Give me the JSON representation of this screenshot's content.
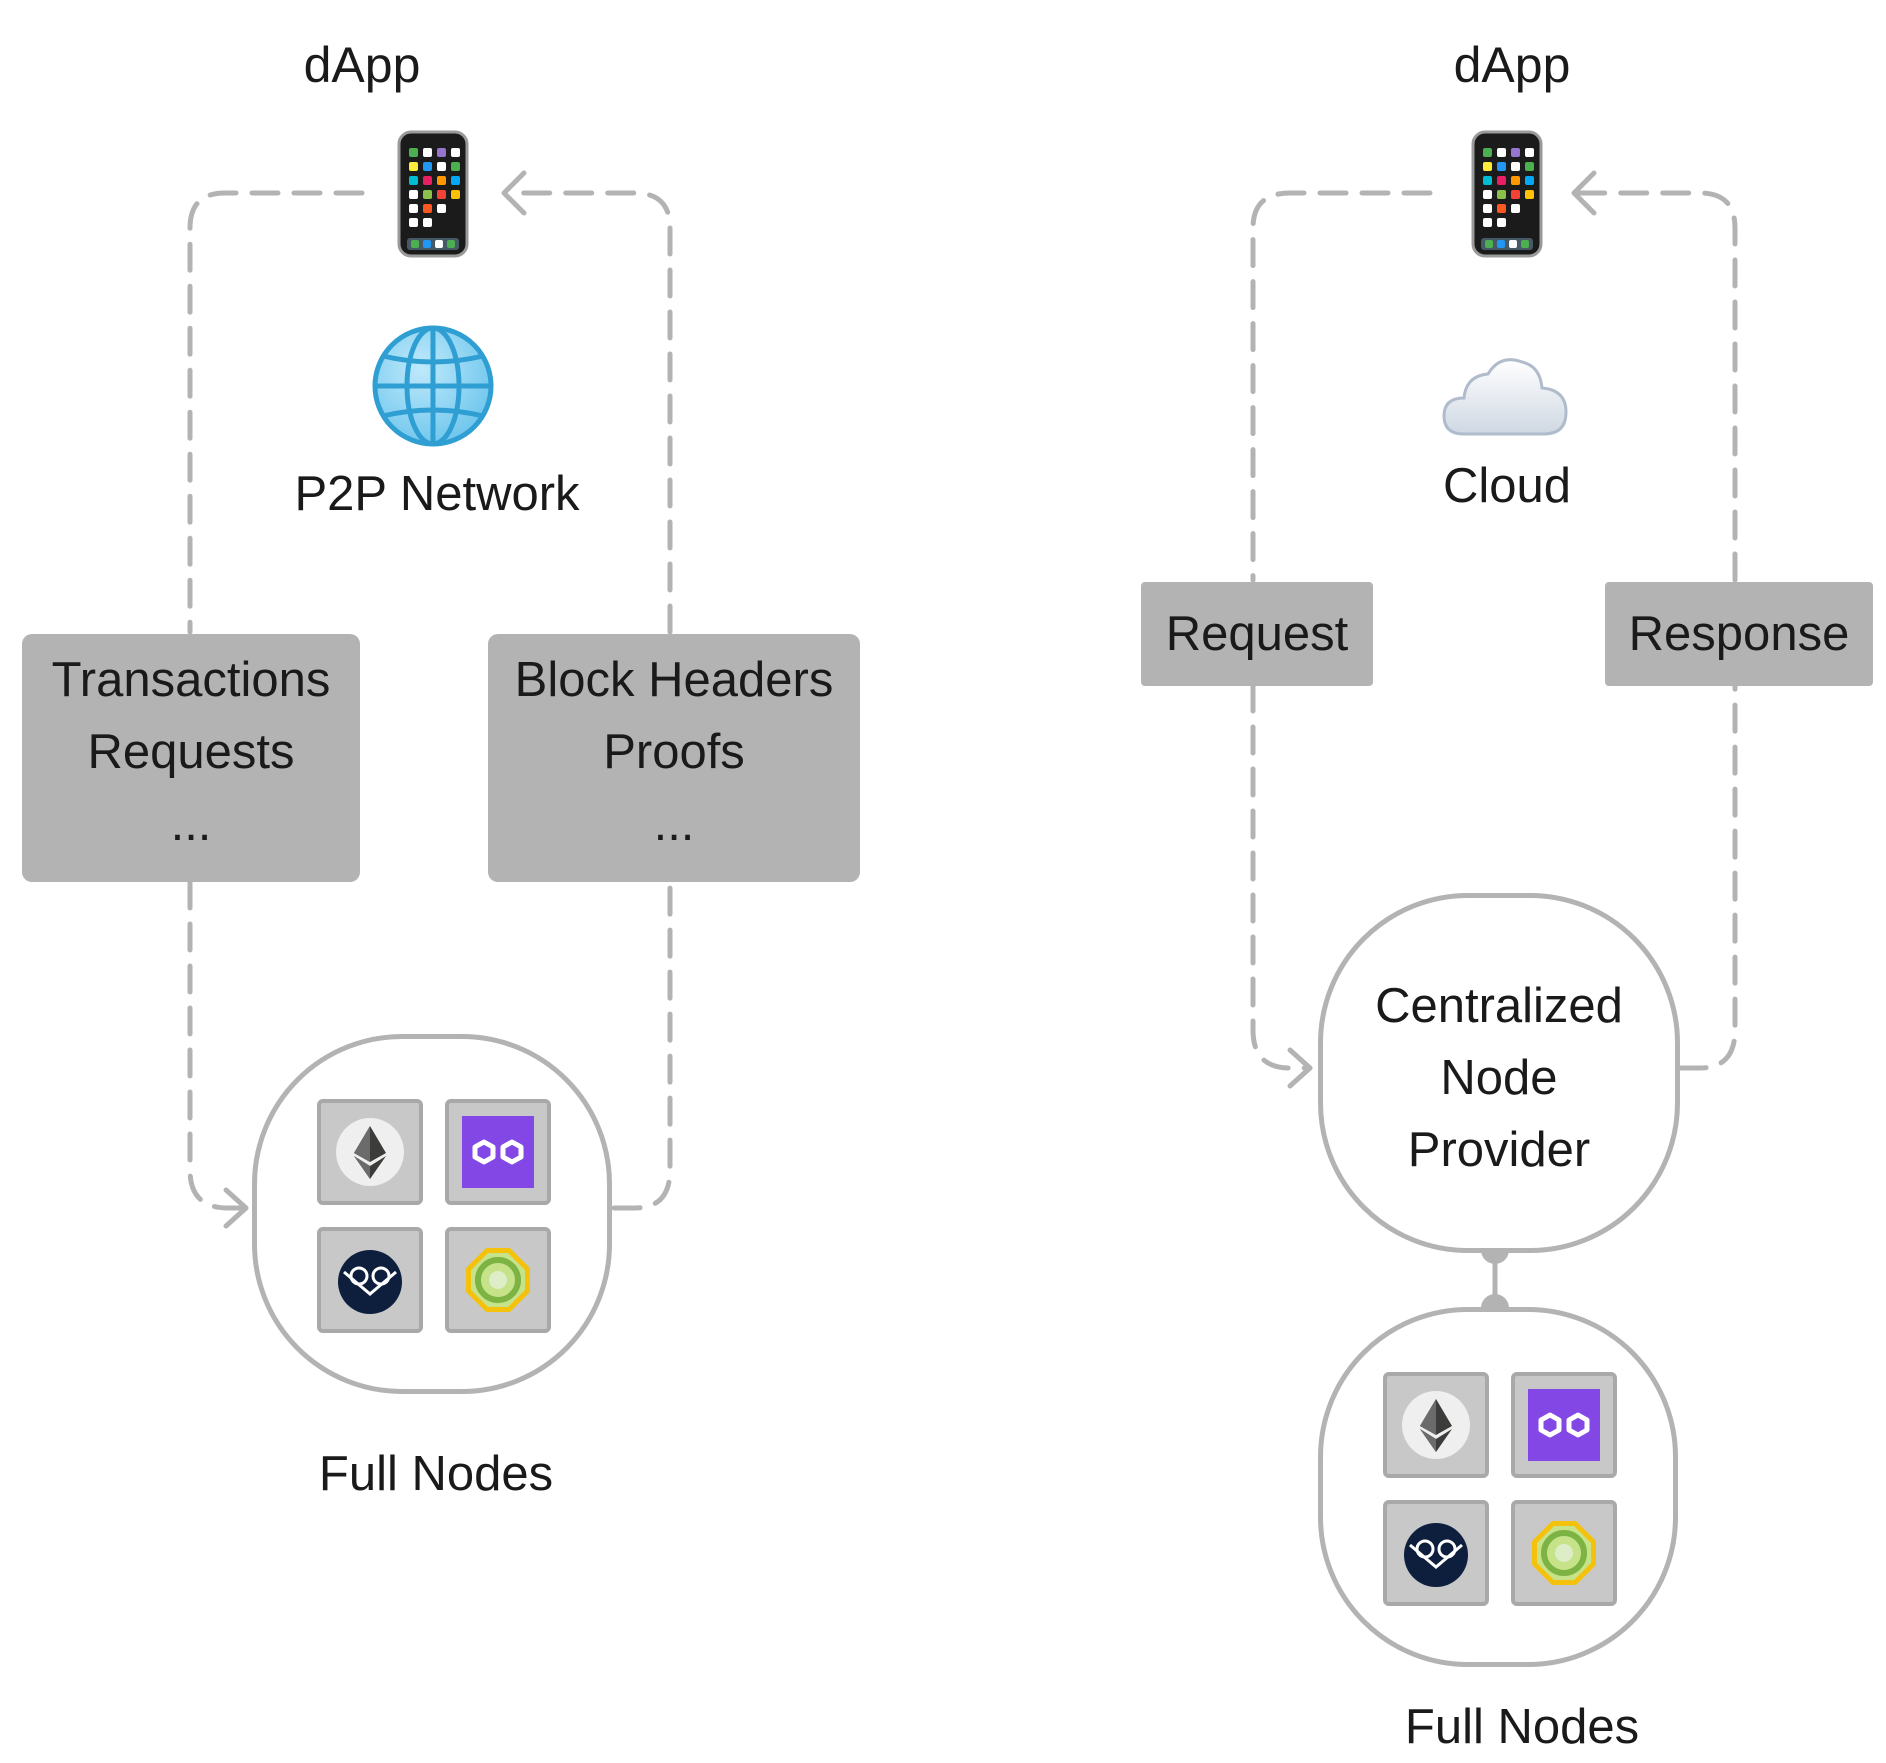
{
  "left_diagram": {
    "client_label": "dApp",
    "network_label": "P2P Network",
    "request_box_lines": [
      "Transactions",
      "Requests",
      "..."
    ],
    "response_box_lines": [
      "Block Headers",
      "Proofs",
      "..."
    ],
    "nodes_label": "Full Nodes"
  },
  "right_diagram": {
    "client_label": "dApp",
    "network_label": "Cloud",
    "request_tag": "Request",
    "response_tag": "Response",
    "provider_lines": [
      "Centralized",
      "Node",
      "Provider"
    ],
    "nodes_label": "Full Nodes"
  },
  "node_icons": [
    "ethereum-icon",
    "polygon-icon",
    "gnosis-icon",
    "celo-icon"
  ],
  "colors": {
    "box_fill": "#b3b3b3",
    "connector": "#b3b3b3",
    "tile_fill": "#c8c8c8",
    "polygon_purple": "#8247e5",
    "gnosis_navy": "#0e1f3d",
    "celo_green": "#8bc34a",
    "celo_gold": "#f4c20d"
  }
}
